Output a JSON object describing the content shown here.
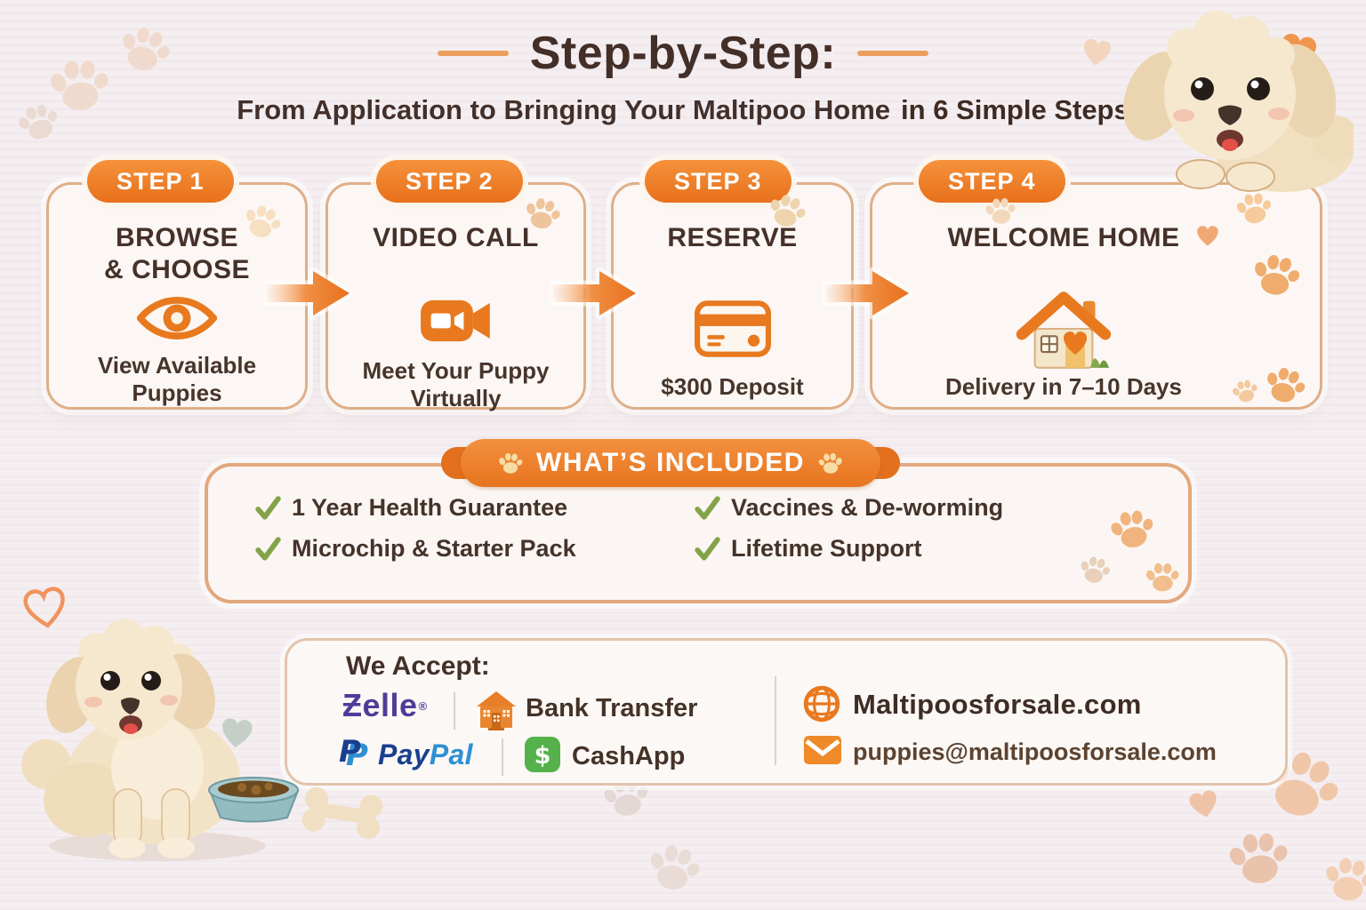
{
  "header": {
    "title": "Step-by-Step:",
    "subtitle": "From Application to Bringing Your Maltipoo Home",
    "subtitle_emphasis": "in 6 Simple Steps"
  },
  "steps": [
    {
      "badge": "STEP 1",
      "title": "BROWSE",
      "title2": "& CHOOSE",
      "icon": "eye-icon",
      "caption": "View Available",
      "caption2": "Puppies"
    },
    {
      "badge": "STEP 2",
      "title": "VIDEO CALL",
      "icon": "video-camera-icon",
      "caption": "Meet Your Puppy",
      "caption2": "Virtually"
    },
    {
      "badge": "STEP 3",
      "title": "RESERVE",
      "icon": "credit-card-icon",
      "caption": "$300 Deposit"
    },
    {
      "badge": "STEP 4",
      "title": "WELCOME HOME",
      "icon": "house-heart-icon",
      "caption": "Delivery in 7–10 Days"
    }
  ],
  "whats_included": {
    "banner": "WHAT’S INCLUDED",
    "items": [
      "1 Year Health Guarantee",
      "Vaccines & De-worming",
      "Microchip & Starter Pack",
      "Lifetime Support"
    ]
  },
  "payments": {
    "heading": "We Accept:",
    "zelle_label": "Ƶelle",
    "zelle_reg_mark": "®",
    "bank_transfer_label": "Bank Transfer",
    "paypal_part1": "Pay",
    "paypal_part2": "Pal",
    "cashapp_label": "CashApp",
    "icons": [
      "zelle-logo",
      "bank-building-icon",
      "paypal-logo",
      "cashapp-dollar-icon"
    ]
  },
  "contact": {
    "website": "Maltipoosforsale.com",
    "website_icon": "globe-icon",
    "email": "puppies@maltipoosforsale.com",
    "email_icon": "envelope-icon"
  },
  "colors": {
    "accent_orange": "#E8791F",
    "badge_gradient_top": "#F5923B",
    "badge_gradient_bottom": "#E8701C",
    "card_border_tan": "#DFAF87",
    "dark_brown_text": "#43302A",
    "check_green": "#84A348",
    "zelle_purple": "#4D3D99",
    "paypal_dark_blue": "#1B3F8F",
    "paypal_light_blue": "#2E90D2",
    "cashapp_green": "#55B14A",
    "page_background": "#F4EEF1"
  }
}
